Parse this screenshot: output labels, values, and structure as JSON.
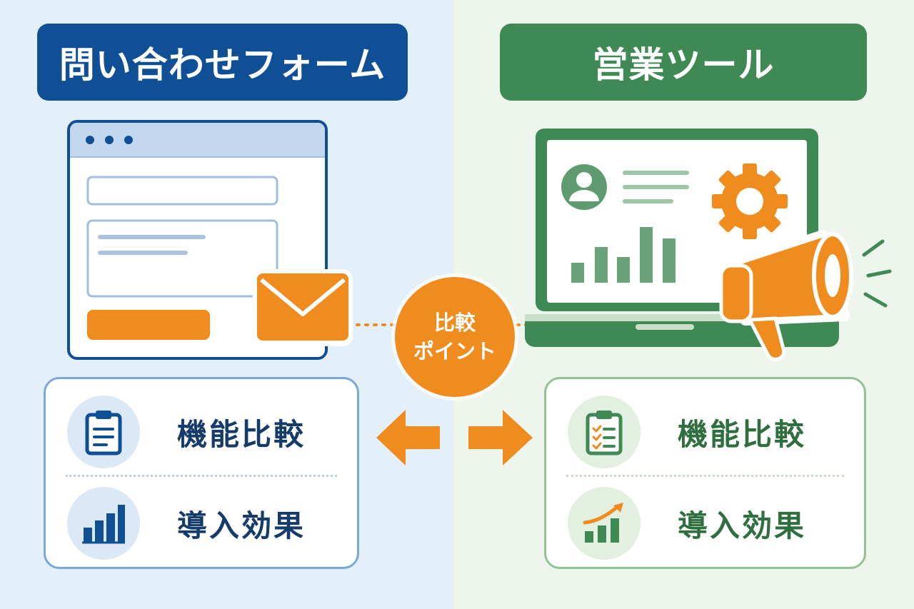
{
  "left": {
    "title": "問い合わせフォーム",
    "rows": [
      {
        "label": "機能比較",
        "icon": "clipboard-icon"
      },
      {
        "label": "導入効果",
        "icon": "bar-chart-icon"
      }
    ],
    "accent": "#0f4f96"
  },
  "right": {
    "title": "営業ツール",
    "rows": [
      {
        "label": "機能比較",
        "icon": "checklist-clipboard-icon"
      },
      {
        "label": "導入効果",
        "icon": "growth-chart-icon"
      }
    ],
    "accent": "#3f8955"
  },
  "center": {
    "line1": "比較",
    "line2": "ポイント",
    "color": "#f08c1e"
  }
}
